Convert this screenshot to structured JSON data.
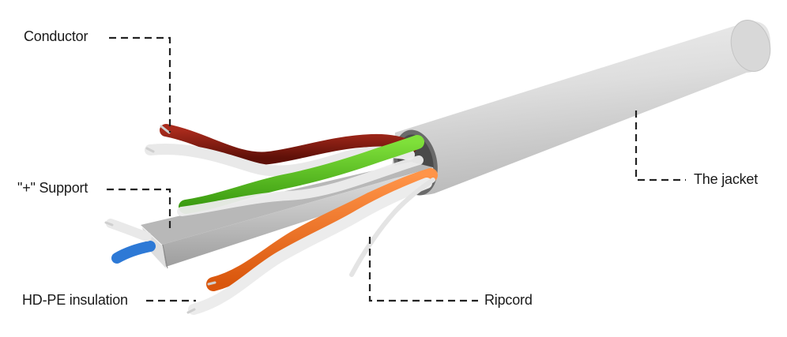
{
  "labels": {
    "conductor": "Conductor",
    "support": "\"+\" Support",
    "insulation": "HD-PE insulation",
    "ripcord": "Ripcord",
    "jacket": "The jacket"
  },
  "colors": {
    "jacket": "#dcdcdc",
    "brown_pair": "#8b1d12",
    "green_pair": "#55c01c",
    "orange_pair": "#f4711f",
    "blue_pair": "#2d79d6",
    "white_stripe": "#eeeeee",
    "support": "#c9c9c9"
  }
}
